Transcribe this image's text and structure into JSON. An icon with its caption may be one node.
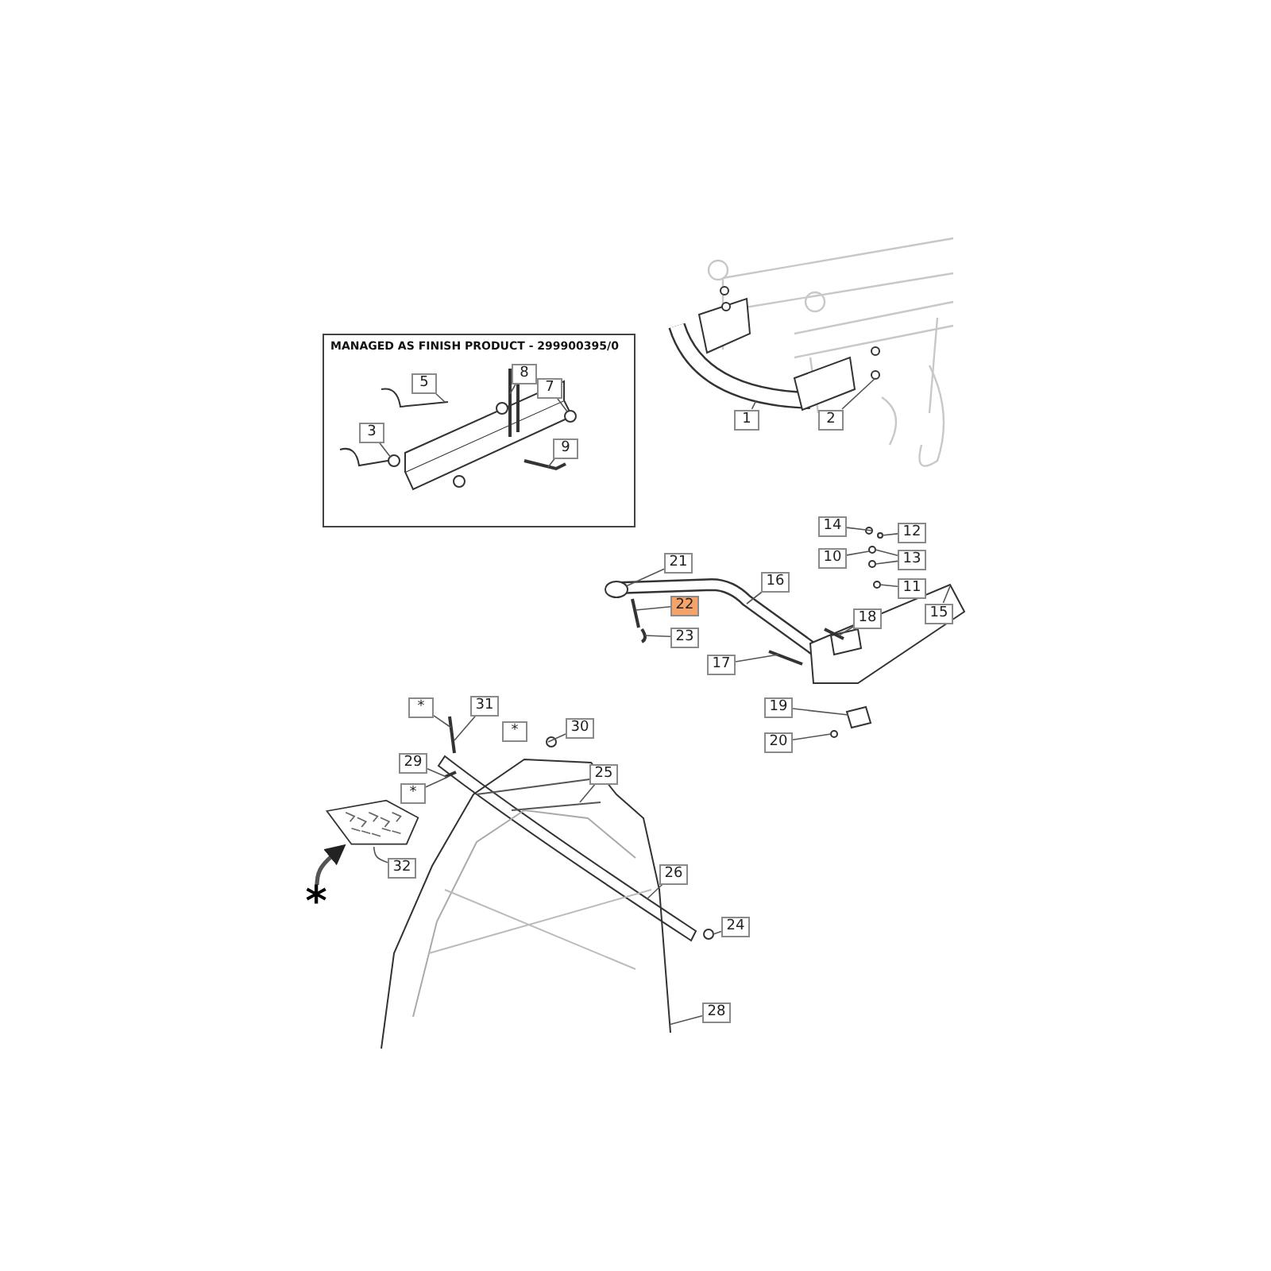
{
  "diagram": {
    "nodes": [
      {
        "text": [
          "MANAGED AS FINISH PRODUCT - 299900395/0"
        ]
      },
      {
        "text": [
          "5"
        ],
        "in": 0
      },
      {
        "text": [
          "8"
        ],
        "in": 0
      },
      {
        "text": [
          "7"
        ],
        "in": 0
      },
      {
        "text": [
          "3"
        ],
        "in": 0
      },
      {
        "text": [
          "9"
        ],
        "in": 0
      },
      {
        "text": [
          "1"
        ]
      },
      {
        "text": [
          "2"
        ]
      },
      {
        "text": [
          "14"
        ]
      },
      {
        "text": [
          "12"
        ]
      },
      {
        "text": [
          "10"
        ]
      },
      {
        "text": [
          "13"
        ]
      },
      {
        "text": [
          "11"
        ]
      },
      {
        "text": [
          "21"
        ]
      },
      {
        "text": [
          "16"
        ]
      },
      {
        "text": [
          "22"
        ]
      },
      {
        "text": [
          "18"
        ]
      },
      {
        "text": [
          "15"
        ]
      },
      {
        "text": [
          "23"
        ]
      },
      {
        "text": [
          "17"
        ]
      },
      {
        "text": [
          "19"
        ]
      },
      {
        "text": [
          "20"
        ]
      },
      {
        "text": [
          "*"
        ]
      },
      {
        "text": [
          "31"
        ]
      },
      {
        "text": [
          "*"
        ]
      },
      {
        "text": [
          "30"
        ]
      },
      {
        "text": [
          "29"
        ]
      },
      {
        "text": [
          "*"
        ]
      },
      {
        "text": [
          "25"
        ]
      },
      {
        "text": [],
        "shape": "picture"
      },
      {
        "text": [
          "32"
        ]
      },
      {
        "text": [
          "*"
        ]
      },
      {
        "text": [
          "26"
        ]
      },
      {
        "text": [
          "24"
        ]
      },
      {
        "text": [
          "28"
        ]
      }
    ],
    "edges": [
      {
        "from": 1,
        "to": null,
        "arrow": "none"
      },
      {
        "from": 2,
        "to": null,
        "arrow": "none"
      },
      {
        "from": 3,
        "to": null,
        "arrow": "none"
      },
      {
        "from": 4,
        "to": null,
        "arrow": "none"
      },
      {
        "from": 5,
        "to": null,
        "arrow": "none"
      },
      {
        "from": 6,
        "to": null,
        "arrow": "none"
      },
      {
        "from": 7,
        "to": null,
        "arrow": "none"
      },
      {
        "from": 8,
        "to": null,
        "arrow": "none"
      },
      {
        "from": 9,
        "to": null,
        "arrow": "none"
      },
      {
        "from": 10,
        "to": null,
        "arrow": "none"
      },
      {
        "from": 11,
        "to": null,
        "arrow": "none"
      },
      {
        "from": 11,
        "to": null,
        "arrow": "none"
      },
      {
        "from": 12,
        "to": null,
        "arrow": "none"
      },
      {
        "from": 13,
        "to": null,
        "arrow": "none"
      },
      {
        "from": 14,
        "to": null,
        "arrow": "none"
      },
      {
        "from": 15,
        "to": null,
        "arrow": "none"
      },
      {
        "from": 16,
        "to": null,
        "arrow": "none"
      },
      {
        "from": 17,
        "to": null,
        "arrow": "none"
      },
      {
        "from": 18,
        "to": null,
        "arrow": "none"
      },
      {
        "from": 19,
        "to": null,
        "arrow": "none"
      },
      {
        "from": 20,
        "to": null,
        "arrow": "none"
      },
      {
        "from": 21,
        "to": null,
        "arrow": "none"
      },
      {
        "from": 22,
        "to": null,
        "arrow": "none"
      },
      {
        "from": 23,
        "to": null,
        "arrow": "none"
      },
      {
        "from": 25,
        "to": null,
        "arrow": "none"
      },
      {
        "from": 26,
        "to": null,
        "arrow": "none"
      },
      {
        "from": 27,
        "to": null,
        "arrow": "none"
      },
      {
        "from": 28,
        "to": null,
        "arrow": "none"
      },
      {
        "from": 30,
        "to": 29,
        "arrow": "none"
      },
      {
        "from": 31,
        "to": 29,
        "arrow": "to",
        "style": "thick"
      },
      {
        "from": 32,
        "to": null,
        "arrow": "none"
      },
      {
        "from": 33,
        "to": null,
        "arrow": "none"
      },
      {
        "from": 34,
        "to": null,
        "arrow": "none"
      }
    ]
  }
}
